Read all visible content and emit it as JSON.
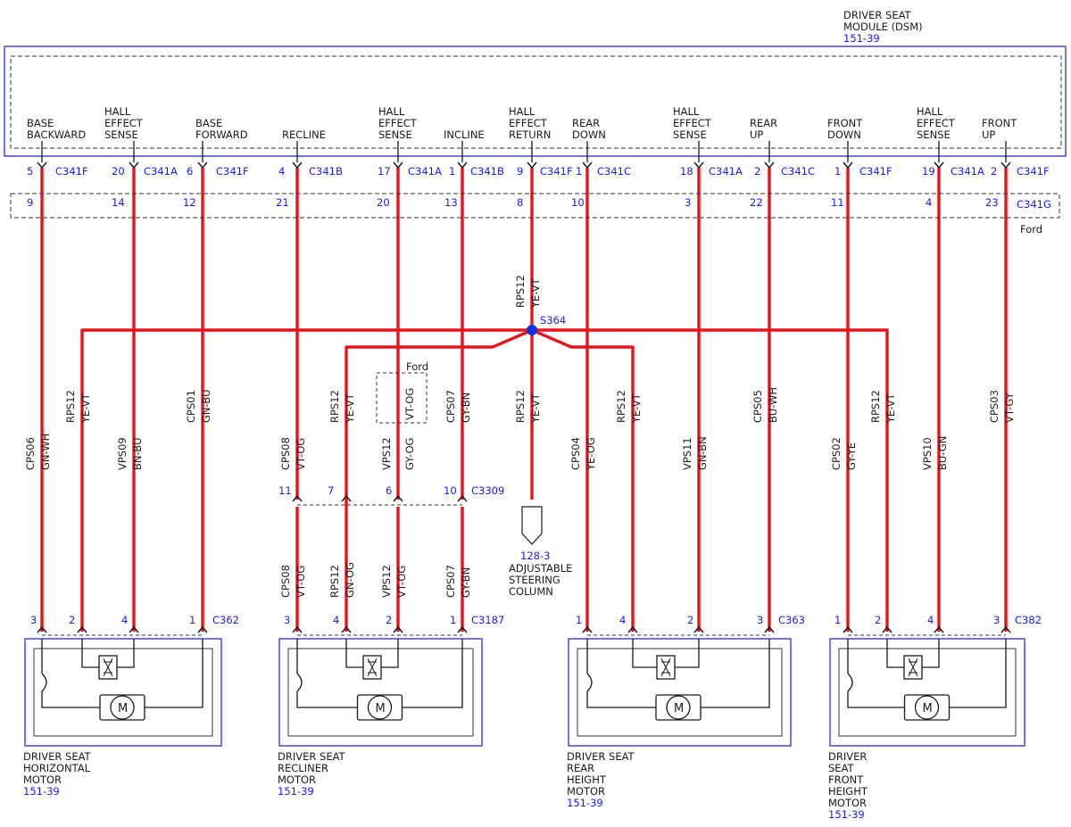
{
  "module": {
    "title_lines": [
      "DRIVER SEAT",
      "MODULE (DSM)"
    ],
    "ref": "151-39"
  },
  "inline_connector": {
    "id": "C341G",
    "brand": "Ford"
  },
  "splice": {
    "id": "S364",
    "wire_code": "RPS12",
    "wire_color": "YE-VT"
  },
  "pins": [
    {
      "label": [
        "BASE",
        "BACKWARD"
      ],
      "pin": "5",
      "conn": "C341F",
      "inline": "9",
      "code": "CPS06",
      "color": "GN-WH"
    },
    {
      "label": [
        "HALL",
        "EFFECT",
        "SENSE"
      ],
      "pin": "20",
      "conn": "C341A",
      "inline": "14",
      "code": "VPS09",
      "color": "BN-BU"
    },
    {
      "label": [
        "BASE",
        "FORWARD"
      ],
      "pin": "6",
      "conn": "C341F",
      "inline": "12",
      "code": "CPS01",
      "color": "GN-BU"
    },
    {
      "label": [
        "RECLINE"
      ],
      "pin": "4",
      "conn": "C341B",
      "inline": "21",
      "code": "CPS08",
      "color": "VT-OG"
    },
    {
      "label": [
        "HALL",
        "EFFECT",
        "SENSE"
      ],
      "pin": "17",
      "conn": "C341A",
      "inline": "20",
      "code": "VPS12",
      "color": "GY-OG"
    },
    {
      "label": [
        "INCLINE"
      ],
      "pin": "1",
      "conn": "C341B",
      "inline": "13",
      "code": "CPS07",
      "color": "GY-BN"
    },
    {
      "label": [
        "HALL",
        "EFFECT",
        "RETURN"
      ],
      "pin": "9",
      "conn": "C341F",
      "inline": "8",
      "code": "RPS12",
      "color": "YE-VT"
    },
    {
      "label": [
        "REAR",
        "DOWN"
      ],
      "pin": "1",
      "conn": "C341C",
      "inline": "10",
      "code": "CPS04",
      "color": "YE-OG"
    },
    {
      "label": [
        "HALL",
        "EFFECT",
        "SENSE"
      ],
      "pin": "18",
      "conn": "C341A",
      "inline": "3",
      "code": "VPS11",
      "color": "GN-BN"
    },
    {
      "label": [
        "REAR",
        "UP"
      ],
      "pin": "2",
      "conn": "C341C",
      "inline": "22",
      "code": "CPS05",
      "color": "BU-WH"
    },
    {
      "label": [
        "FRONT",
        "DOWN"
      ],
      "pin": "1",
      "conn": "C341F",
      "inline": "11",
      "code": "CPS02",
      "color": "GY-YE"
    },
    {
      "label": [
        "HALL",
        "EFFECT",
        "SENSE"
      ],
      "pin": "19",
      "conn": "C341A",
      "inline": "4",
      "code": "VPS10",
      "color": "BU-GN"
    },
    {
      "label": [
        "FRONT",
        "UP"
      ],
      "pin": "2",
      "conn": "C341F",
      "inline": "23",
      "code": "CPS03",
      "color": "VT-GY"
    }
  ],
  "branch_labels": [
    {
      "code": "RPS12",
      "color": "YE-VT"
    },
    {
      "code": "RPS12",
      "color": "YE-VT"
    },
    {
      "code": "RPS12",
      "color": "YE-VT"
    },
    {
      "code": "RPS12",
      "color": "YE-VT"
    },
    {
      "code": "RPS12",
      "color": "YE-VT"
    }
  ],
  "option_box": {
    "brand": "Ford",
    "color": "VT-OG"
  },
  "c3309": {
    "id": "C3309",
    "pins": [
      "11",
      "7",
      "6",
      "10"
    ],
    "lower_wires": [
      {
        "code": "CPS08",
        "color": "VT-OG"
      },
      {
        "code": "RPS12",
        "color": "GN-OG"
      },
      {
        "code": "VPS12",
        "color": "VT-OG"
      },
      {
        "code": "CPS07",
        "color": "GY-BN"
      }
    ]
  },
  "steering": {
    "ref": "128-3",
    "lines": [
      "ADJUSTABLE",
      "STEERING",
      "COLUMN"
    ]
  },
  "motors": [
    {
      "conn": "C362",
      "pins": [
        "3",
        "2",
        "4",
        "1"
      ],
      "lines": [
        "DRIVER SEAT",
        "HORIZONTAL",
        "MOTOR"
      ],
      "ref": "151-39"
    },
    {
      "conn": "C3187",
      "pins": [
        "3",
        "4",
        "2",
        "1"
      ],
      "lines": [
        "DRIVER SEAT",
        "RECLINER",
        "MOTOR"
      ],
      "ref": "151-39"
    },
    {
      "conn": "C363",
      "pins": [
        "1",
        "4",
        "2",
        "3"
      ],
      "lines": [
        "DRIVER SEAT",
        "REAR",
        "HEIGHT",
        "MOTOR"
      ],
      "ref": "151-39"
    },
    {
      "conn": "C382",
      "pins": [
        "1",
        "2",
        "4",
        "3"
      ],
      "lines": [
        "DRIVER",
        "SEAT",
        "FRONT",
        "HEIGHT",
        "MOTOR"
      ],
      "ref": "151-39"
    }
  ],
  "motor_symbol": "M",
  "colors": {
    "wire": "#e8141a",
    "border": "#2b2bd6",
    "ref_text": "#1a1aee",
    "splice": "#1230e0",
    "text": "#1a1a1a"
  }
}
